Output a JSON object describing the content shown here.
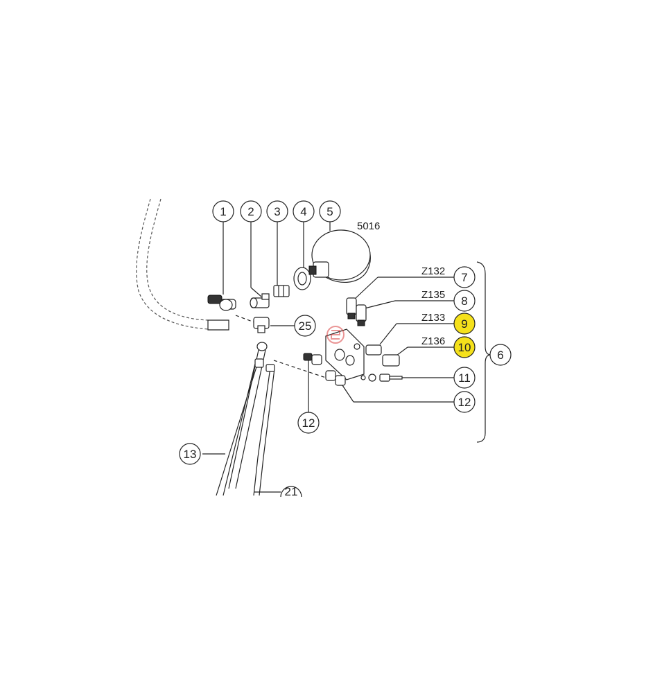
{
  "callouts": {
    "c1": "1",
    "c2": "2",
    "c3": "3",
    "c4": "4",
    "c5": "5",
    "c6": "6",
    "c7": "7",
    "c8": "8",
    "c9": "9",
    "c10": "10",
    "c11": "11",
    "c12a": "12",
    "c12b": "12",
    "c13": "13",
    "c21": "21",
    "c25": "25"
  },
  "codes": {
    "accumulator": "5016",
    "z132": "Z132",
    "z135": "Z135",
    "z133": "Z133",
    "z136": "Z136"
  },
  "colors": {
    "highlight": "#f5e11b",
    "line": "#222222",
    "watermark": "#d94040"
  }
}
